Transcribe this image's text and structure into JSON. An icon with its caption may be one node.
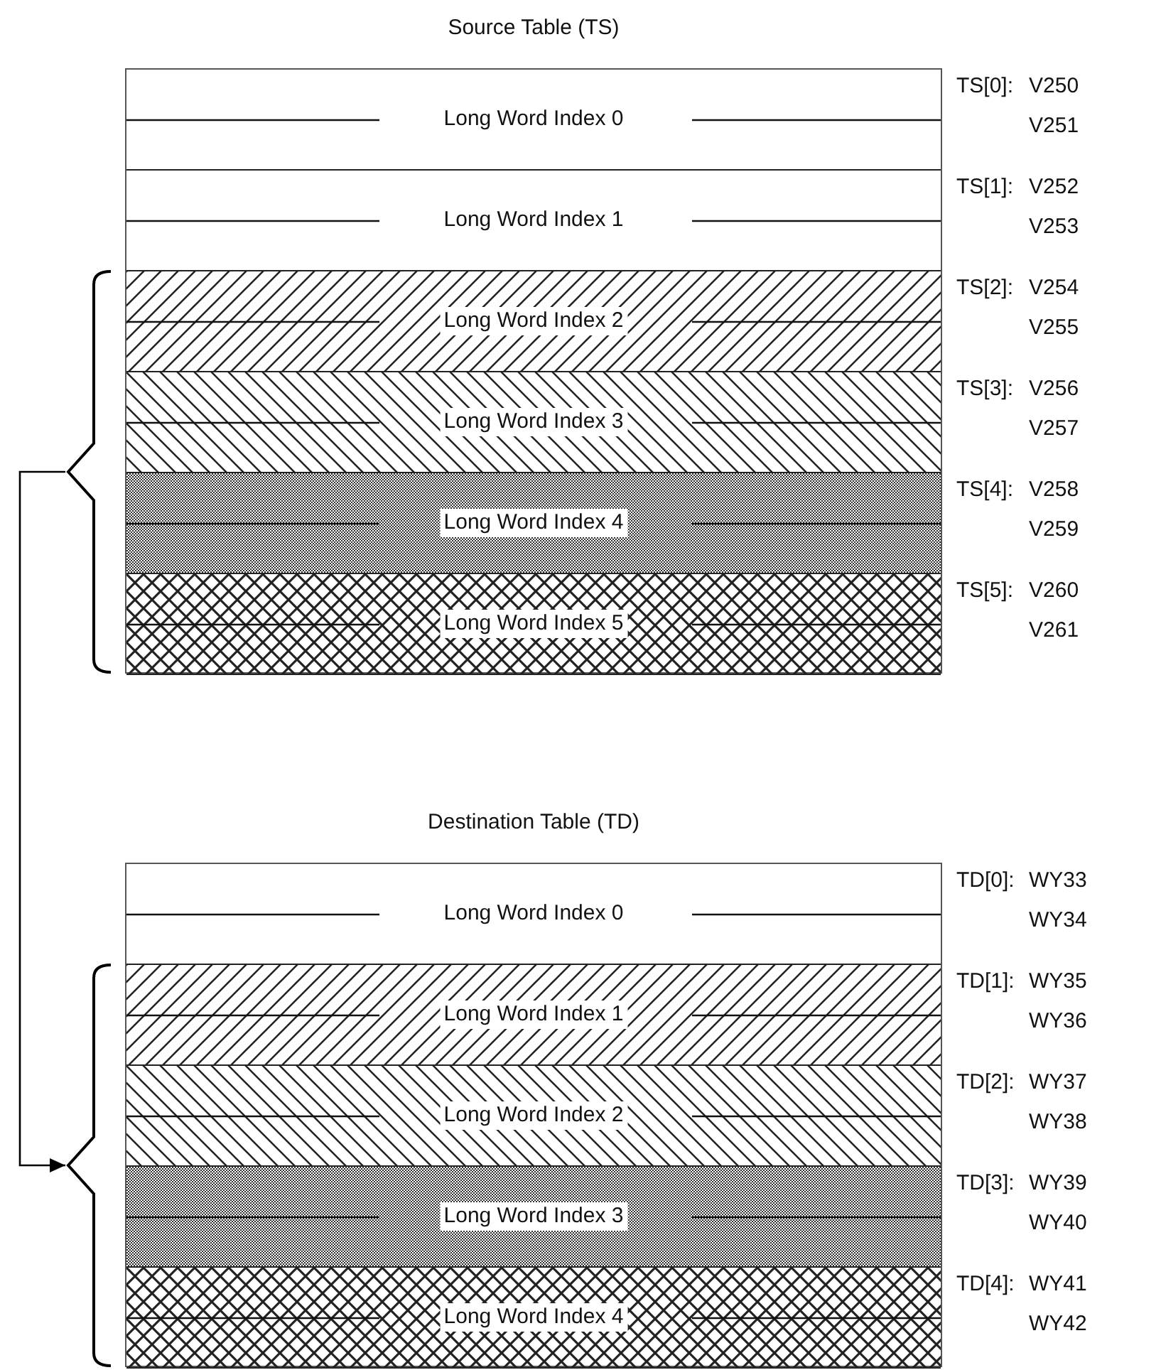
{
  "diagram": {
    "nodes": [
      {
        "text": [
          "Source Table (TS)"
        ]
      },
      {
        "text": [
          "Long Word Index 0"
        ],
        "in": 0,
        "beside": [
          "TS[0]:",
          "V250",
          "V251"
        ]
      },
      {
        "text": [
          "Long Word Index 1"
        ],
        "in": 0,
        "beside": [
          "TS[1]:",
          "V252",
          "V253"
        ]
      },
      {
        "text": [
          "Long Word Index 2"
        ],
        "in": 0,
        "beside": [
          "TS[2]:",
          "V254",
          "V255"
        ]
      },
      {
        "text": [
          "Long Word Index 3"
        ],
        "in": 0,
        "beside": [
          "TS[3]:",
          "V256",
          "V257"
        ]
      },
      {
        "text": [
          "Long Word Index 4"
        ],
        "in": 0,
        "beside": [
          "TS[4]:",
          "V258",
          "V259"
        ]
      },
      {
        "text": [
          "Long Word Index 5"
        ],
        "in": 0,
        "beside": [
          "TS[5]:",
          "V260",
          "V261"
        ]
      },
      {
        "text": [
          "Destination Table (TD)"
        ]
      },
      {
        "text": [
          "Long Word Index 0"
        ],
        "in": 7,
        "beside": [
          "TD[0]:",
          "WY33",
          "WY34"
        ]
      },
      {
        "text": [
          "Long Word Index 1"
        ],
        "in": 7,
        "beside": [
          "TD[1]:",
          "WY35",
          "WY36"
        ]
      },
      {
        "text": [
          "Long Word Index 2"
        ],
        "in": 7,
        "beside": [
          "TD[2]:",
          "WY37",
          "WY38"
        ]
      },
      {
        "text": [
          "Long Word Index 3"
        ],
        "in": 7,
        "beside": [
          "TD[3]:",
          "WY39",
          "WY40"
        ]
      },
      {
        "text": [
          "Long Word Index 4"
        ],
        "in": 7,
        "beside": [
          "TD[4]:",
          "WY41",
          "WY42"
        ]
      },
      {
        "text": [],
        "shape": "brace"
      },
      {
        "text": [],
        "shape": "brace"
      }
    ],
    "edges": [
      {
        "from": 13,
        "to": 14,
        "arrow": "to"
      }
    ]
  }
}
